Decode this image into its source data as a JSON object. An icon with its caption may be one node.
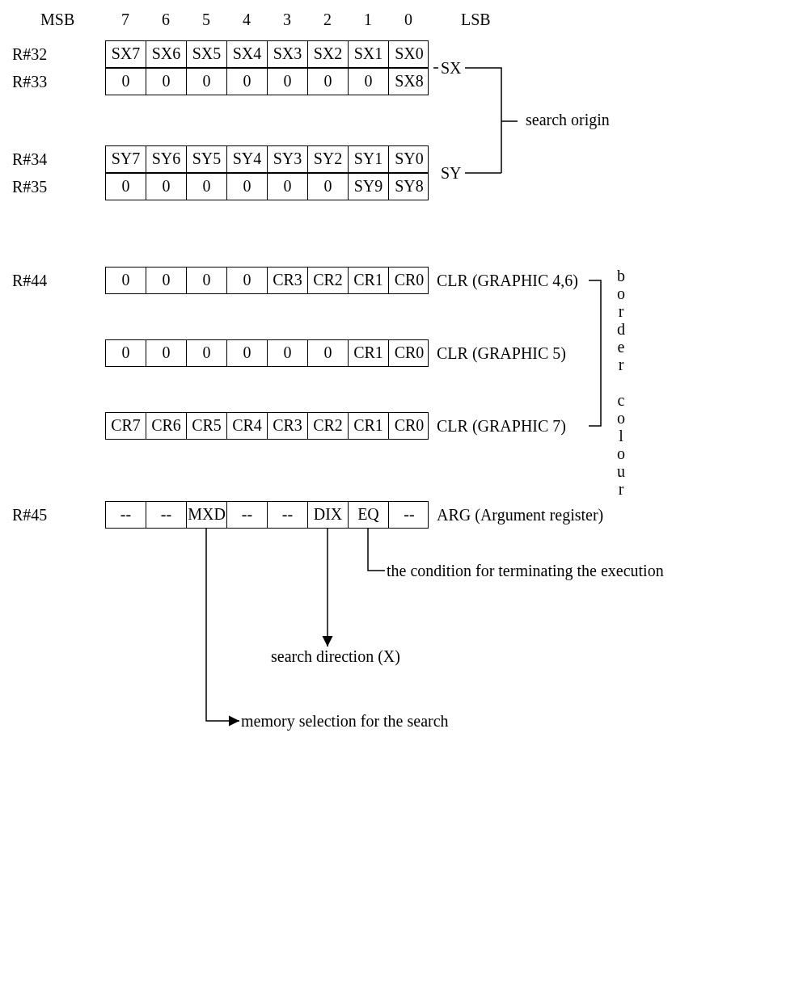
{
  "diagram": {
    "nodes": [
      {
        "text": [],
        "shape": "box",
        "beside": [
          "R#32"
        ]
      },
      {
        "text": [
          "SX7"
        ],
        "in": 0
      },
      {
        "text": [
          "SX6"
        ],
        "in": 0
      },
      {
        "text": [
          "SX5"
        ],
        "in": 0
      },
      {
        "text": [
          "SX4"
        ],
        "in": 0
      },
      {
        "text": [
          "SX3"
        ],
        "in": 0
      },
      {
        "text": [
          "SX2"
        ],
        "in": 0
      },
      {
        "text": [
          "SX1"
        ],
        "in": 0
      },
      {
        "text": [
          "SX0"
        ],
        "in": 0
      },
      {
        "text": [],
        "shape": "box",
        "beside": [
          "R#33"
        ]
      },
      {
        "text": [
          "0"
        ],
        "in": 9
      },
      {
        "text": [
          "0"
        ],
        "in": 9
      },
      {
        "text": [
          "0"
        ],
        "in": 9
      },
      {
        "text": [
          "0"
        ],
        "in": 9
      },
      {
        "text": [
          "0"
        ],
        "in": 9
      },
      {
        "text": [
          "0"
        ],
        "in": 9
      },
      {
        "text": [
          "0"
        ],
        "in": 9
      },
      {
        "text": [
          "SX8"
        ],
        "in": 9
      },
      {
        "text": [],
        "shape": "box",
        "beside": [
          "R#34"
        ]
      },
      {
        "text": [
          "SY7"
        ],
        "in": 18
      },
      {
        "text": [
          "SY6"
        ],
        "in": 18
      },
      {
        "text": [
          "SY5"
        ],
        "in": 18
      },
      {
        "text": [
          "SY4"
        ],
        "in": 18
      },
      {
        "text": [
          "SY3"
        ],
        "in": 18
      },
      {
        "text": [
          "SY2"
        ],
        "in": 18
      },
      {
        "text": [
          "SY1"
        ],
        "in": 18
      },
      {
        "text": [
          "SY0"
        ],
        "in": 18
      },
      {
        "text": [],
        "shape": "box",
        "beside": [
          "R#35"
        ]
      },
      {
        "text": [
          "0"
        ],
        "in": 27
      },
      {
        "text": [
          "0"
        ],
        "in": 27
      },
      {
        "text": [
          "0"
        ],
        "in": 27
      },
      {
        "text": [
          "0"
        ],
        "in": 27
      },
      {
        "text": [
          "0"
        ],
        "in": 27
      },
      {
        "text": [
          "0"
        ],
        "in": 27
      },
      {
        "text": [
          "SY9"
        ],
        "in": 27
      },
      {
        "text": [
          "SY8"
        ],
        "in": 27
      },
      {
        "text": [],
        "shape": "box",
        "beside": [
          "R#44",
          "CLR (GRAPHIC 4,6)"
        ]
      },
      {
        "text": [
          "0"
        ],
        "in": 36
      },
      {
        "text": [
          "0"
        ],
        "in": 36
      },
      {
        "text": [
          "0"
        ],
        "in": 36
      },
      {
        "text": [
          "0"
        ],
        "in": 36
      },
      {
        "text": [
          "CR3"
        ],
        "in": 36
      },
      {
        "text": [
          "CR2"
        ],
        "in": 36
      },
      {
        "text": [
          "CR1"
        ],
        "in": 36
      },
      {
        "text": [
          "CR0"
        ],
        "in": 36
      },
      {
        "text": [],
        "shape": "box",
        "beside": [
          "CLR (GRAPHIC 5)"
        ]
      },
      {
        "text": [
          "0"
        ],
        "in": 45
      },
      {
        "text": [
          "0"
        ],
        "in": 45
      },
      {
        "text": [
          "0"
        ],
        "in": 45
      },
      {
        "text": [
          "0"
        ],
        "in": 45
      },
      {
        "text": [
          "0"
        ],
        "in": 45
      },
      {
        "text": [
          "0"
        ],
        "in": 45
      },
      {
        "text": [
          "CR1"
        ],
        "in": 45
      },
      {
        "text": [
          "CR0"
        ],
        "in": 45
      },
      {
        "text": [],
        "shape": "box",
        "beside": [
          "CLR (GRAPHIC 7)"
        ]
      },
      {
        "text": [
          "CR7"
        ],
        "in": 54
      },
      {
        "text": [
          "CR6"
        ],
        "in": 54
      },
      {
        "text": [
          "CR5"
        ],
        "in": 54
      },
      {
        "text": [
          "CR4"
        ],
        "in": 54
      },
      {
        "text": [
          "CR3"
        ],
        "in": 54
      },
      {
        "text": [
          "CR2"
        ],
        "in": 54
      },
      {
        "text": [
          "CR1"
        ],
        "in": 54
      },
      {
        "text": [
          "CR0"
        ],
        "in": 54
      },
      {
        "text": [],
        "shape": "box",
        "beside": [
          "R#45",
          "ARG (Argument register)"
        ]
      },
      {
        "text": [
          "--"
        ],
        "in": 63
      },
      {
        "text": [
          "--"
        ],
        "in": 63
      },
      {
        "text": [
          "MXD"
        ],
        "in": 63
      },
      {
        "text": [
          "--"
        ],
        "in": 63
      },
      {
        "text": [
          "--"
        ],
        "in": 63
      },
      {
        "text": [
          "DIX"
        ],
        "in": 63
      },
      {
        "text": [
          "EQ"
        ],
        "in": 63
      },
      {
        "text": [
          "--"
        ],
        "in": 63
      },
      {
        "text": [
          "the condition for terminating the execution"
        ]
      },
      {
        "text": [
          "search direction (X)"
        ]
      },
      {
        "text": [
          "memory selection for the search"
        ]
      }
    ],
    "edges": [
      {
        "from": 70,
        "to": 72,
        "arrow": "none"
      },
      {
        "from": 69,
        "to": 73,
        "arrow": "to"
      },
      {
        "from": 66,
        "to": 74,
        "arrow": "to"
      }
    ],
    "labels": [
      "MSB",
      "7",
      "6",
      "5",
      "4",
      "3",
      "2",
      "1",
      "0",
      "LSB",
      "SX",
      "search origin",
      "SY",
      "border colour"
    ]
  }
}
